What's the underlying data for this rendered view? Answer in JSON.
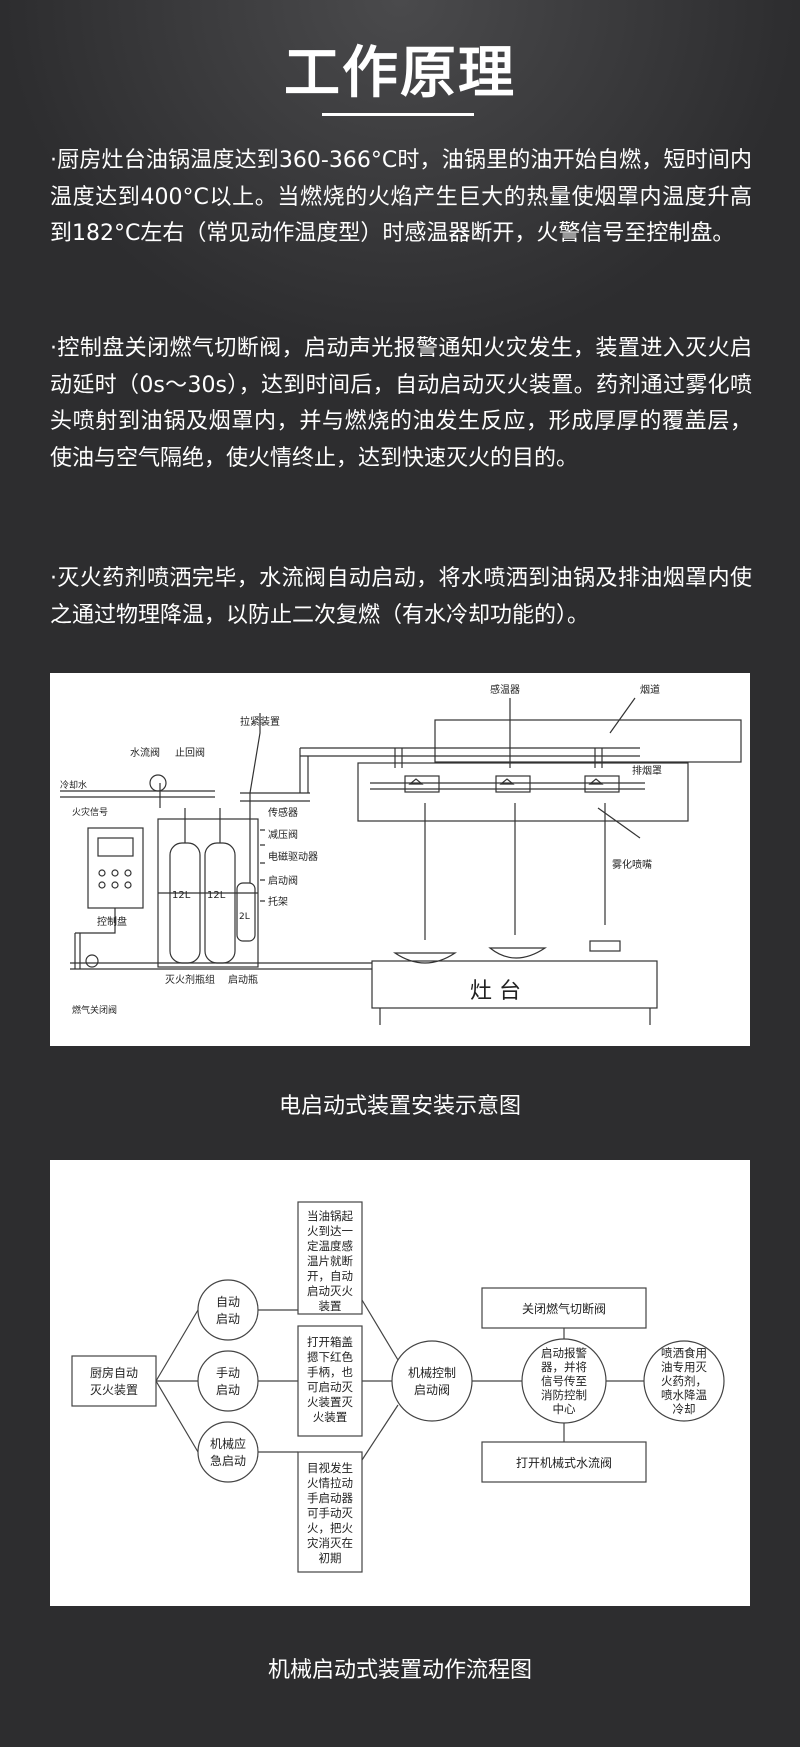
{
  "title": "工作原理",
  "paragraphs": [
    "·厨房灶台油锅温度达到360-366°C时，油锅里的油开始自燃，短时间内温度达到400°C以上。当燃烧的火焰产生巨大的热量使烟罩内温度升高到182°C左右（常见动作温度型）时感温器断开，火警信号至控制盘。",
    "·控制盘关闭燃气切断阀，启动声光报警通知火灾发生，装置进入灭火启动延时（0s～30s），达到时间后，自动启动灭火装置。药剂通过雾化喷头喷射到油锅及烟罩内，并与燃烧的油发生反应，形成厚厚的覆盖层，使油与空气隔绝，使火情终止，达到快速灭火的目的。",
    "·灭火药剂喷洒完毕，水流阀自动启动，将水喷洒到油锅及排油烟罩内使之通过物理降温，以防止二次复燃（有水冷却功能的）。"
  ],
  "diagram1": {
    "caption": "电启动式装置安装示意图",
    "labels": {
      "sensor_top": "感温器",
      "flue": "烟道",
      "tension": "拉紧装置",
      "water_valve": "水流阀",
      "check_valve": "止回阀",
      "cooling_water": "冷却水",
      "fire_signal": "火灾信号",
      "sensor": "传感器",
      "reducer": "减压阀",
      "solenoid": "电磁驱动器",
      "start_valve": "启动阀",
      "bracket": "托架",
      "hood": "排烟罩",
      "nozzle": "雾化喷嘴",
      "control_panel": "控制盘",
      "agent_group": "灭火剂瓶组",
      "start_bottle": "启动瓶",
      "gas_valve": "燃气关闭阀",
      "stove": "灶 台",
      "bottle_vol": "12L",
      "small_bottle": "2L"
    }
  },
  "diagram2": {
    "caption": "机械启动式装置动作流程图",
    "nodes": {
      "device": [
        "厨房自动",
        "灭火装置"
      ],
      "auto": [
        "自动",
        "启动"
      ],
      "manual": [
        "手动",
        "启动"
      ],
      "mech": [
        "机械应",
        "急启动"
      ],
      "auto_desc": [
        "当油锅起",
        "火到达一",
        "定温度感",
        "温片就断",
        "开，自动",
        "启动灭火",
        "装置"
      ],
      "manual_desc": [
        "打开箱盖",
        "摁下红色",
        "手柄，也",
        "可启动灭",
        "火装置灭",
        "火装置"
      ],
      "mech_desc": [
        "目视发生",
        "火情拉动",
        "手启动器",
        "可手动灭",
        "火，把火",
        "灾消灭在",
        "初期"
      ],
      "control_valve": [
        "机械控制",
        "启动阀"
      ],
      "close_gas": "关闭燃气切断阀",
      "alarm": [
        "启动报警",
        "器，并将",
        "信号传至",
        "消防控制",
        "中心"
      ],
      "open_water": "打开机械式水流阀",
      "spray": [
        "喷洒食用",
        "油专用灭",
        "火药剂，",
        "喷水降温",
        "冷却"
      ]
    }
  }
}
